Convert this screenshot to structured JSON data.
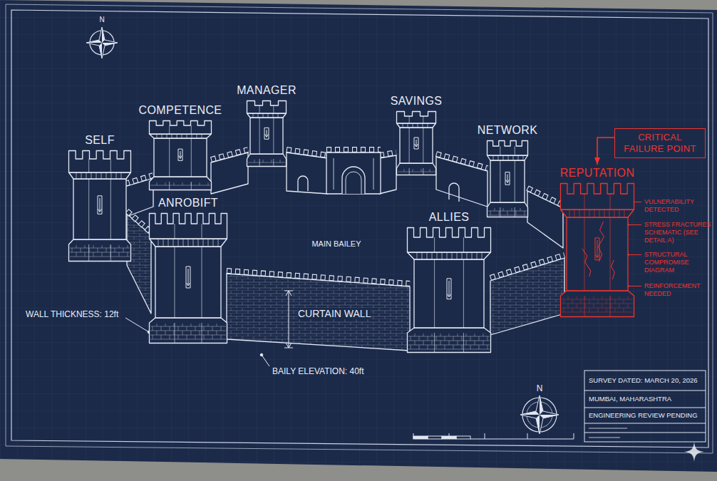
{
  "diagram": {
    "nodes": [
      {
        "text": [
          "SELF"
        ]
      },
      {
        "text": [
          "COMPETENCE"
        ]
      },
      {
        "text": [
          "MANAGER"
        ]
      },
      {
        "text": [
          "SAVINGS"
        ]
      },
      {
        "text": [
          "NETWORK"
        ]
      },
      {
        "text": [
          "CRITICAL FAILURE POINT"
        ]
      },
      {
        "text": [
          "REPUTATION"
        ]
      },
      {
        "text": [
          "ANROBIFT"
        ]
      },
      {
        "text": [
          "ALLIES"
        ]
      }
    ],
    "edges": [
      {
        "from": 5,
        "to": 6,
        "arrow": "to"
      }
    ],
    "labels": [
      "N",
      "MAIN BAILEY",
      "CURTAIN WALL",
      "WALL THICKNESS: 12ft",
      "BAILY ELEVATION: 40ft",
      "VULNERABILITY DETECTED",
      "STRESS FRACTURES SCHEMATIC (SEE DETAIL A)",
      "STRUCTURAL COMPROMISE DIAGRAM",
      "REINFORCEMENT NEEDED",
      "SURVEY DATED: MARCH 20, 2026",
      "MUMBAI, MAHARASHTRA",
      "ENGINEERING REVIEW PENDING",
      "N"
    ]
  }
}
